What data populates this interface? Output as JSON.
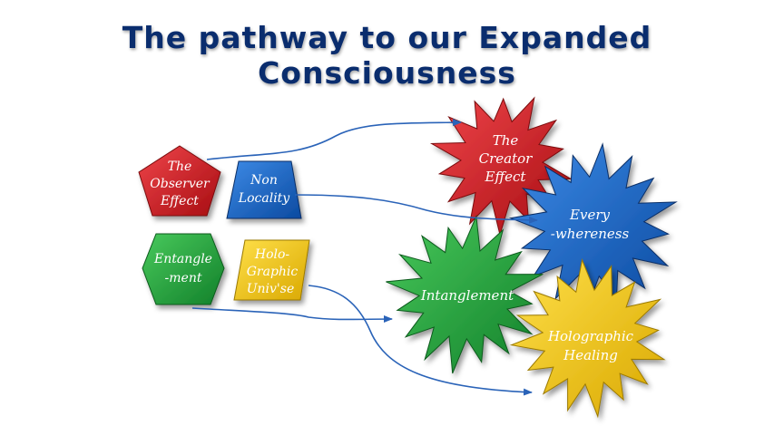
{
  "title": "The pathway to our Expanded Consciousness",
  "colors": {
    "title": "#0a2d6e",
    "red": "#d4151c",
    "blue": "#1466c9",
    "green": "#1fa83a",
    "yellow": "#f2c80f",
    "arrow": "#2a63b8"
  },
  "source_shapes": {
    "observer": {
      "line1": "The",
      "line2": "Observer",
      "line3": "Effect"
    },
    "nonlocality": {
      "line1": "Non",
      "line2": "Locality"
    },
    "entanglement": {
      "line1": "Entangle",
      "line2": "-ment"
    },
    "holographic": {
      "line1": "Holo-",
      "line2": "Graphic",
      "line3": "Univ'se"
    }
  },
  "outcome_shapes": {
    "creator": {
      "line1": "The",
      "line2": "Creator",
      "line3": "Effect"
    },
    "everywhereness": {
      "line1": "Every",
      "line2": "-whereness"
    },
    "intanglement": {
      "line1": "Intanglement"
    },
    "healing": {
      "line1": "Holographic",
      "line2": "Healing"
    }
  }
}
